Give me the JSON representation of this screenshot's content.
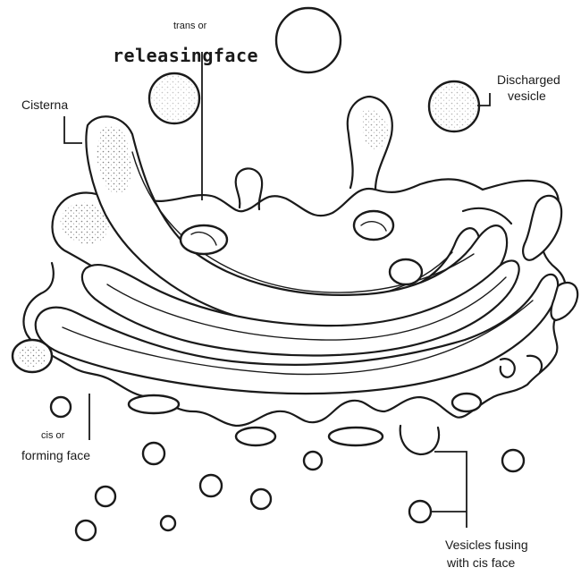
{
  "diagram": {
    "labels": {
      "trans_face_line1": "trans or",
      "trans_face_line2": "releasingface",
      "cisterna": "Cisterna",
      "discharged_vesicle_line1": "Discharged",
      "discharged_vesicle_line2": "vesicle",
      "cis_face_line1": "cis or",
      "cis_face_line2": "forming face",
      "vesicles_fusing_line1": "Vesicles fusing",
      "vesicles_fusing_line2": "with cis face"
    }
  }
}
